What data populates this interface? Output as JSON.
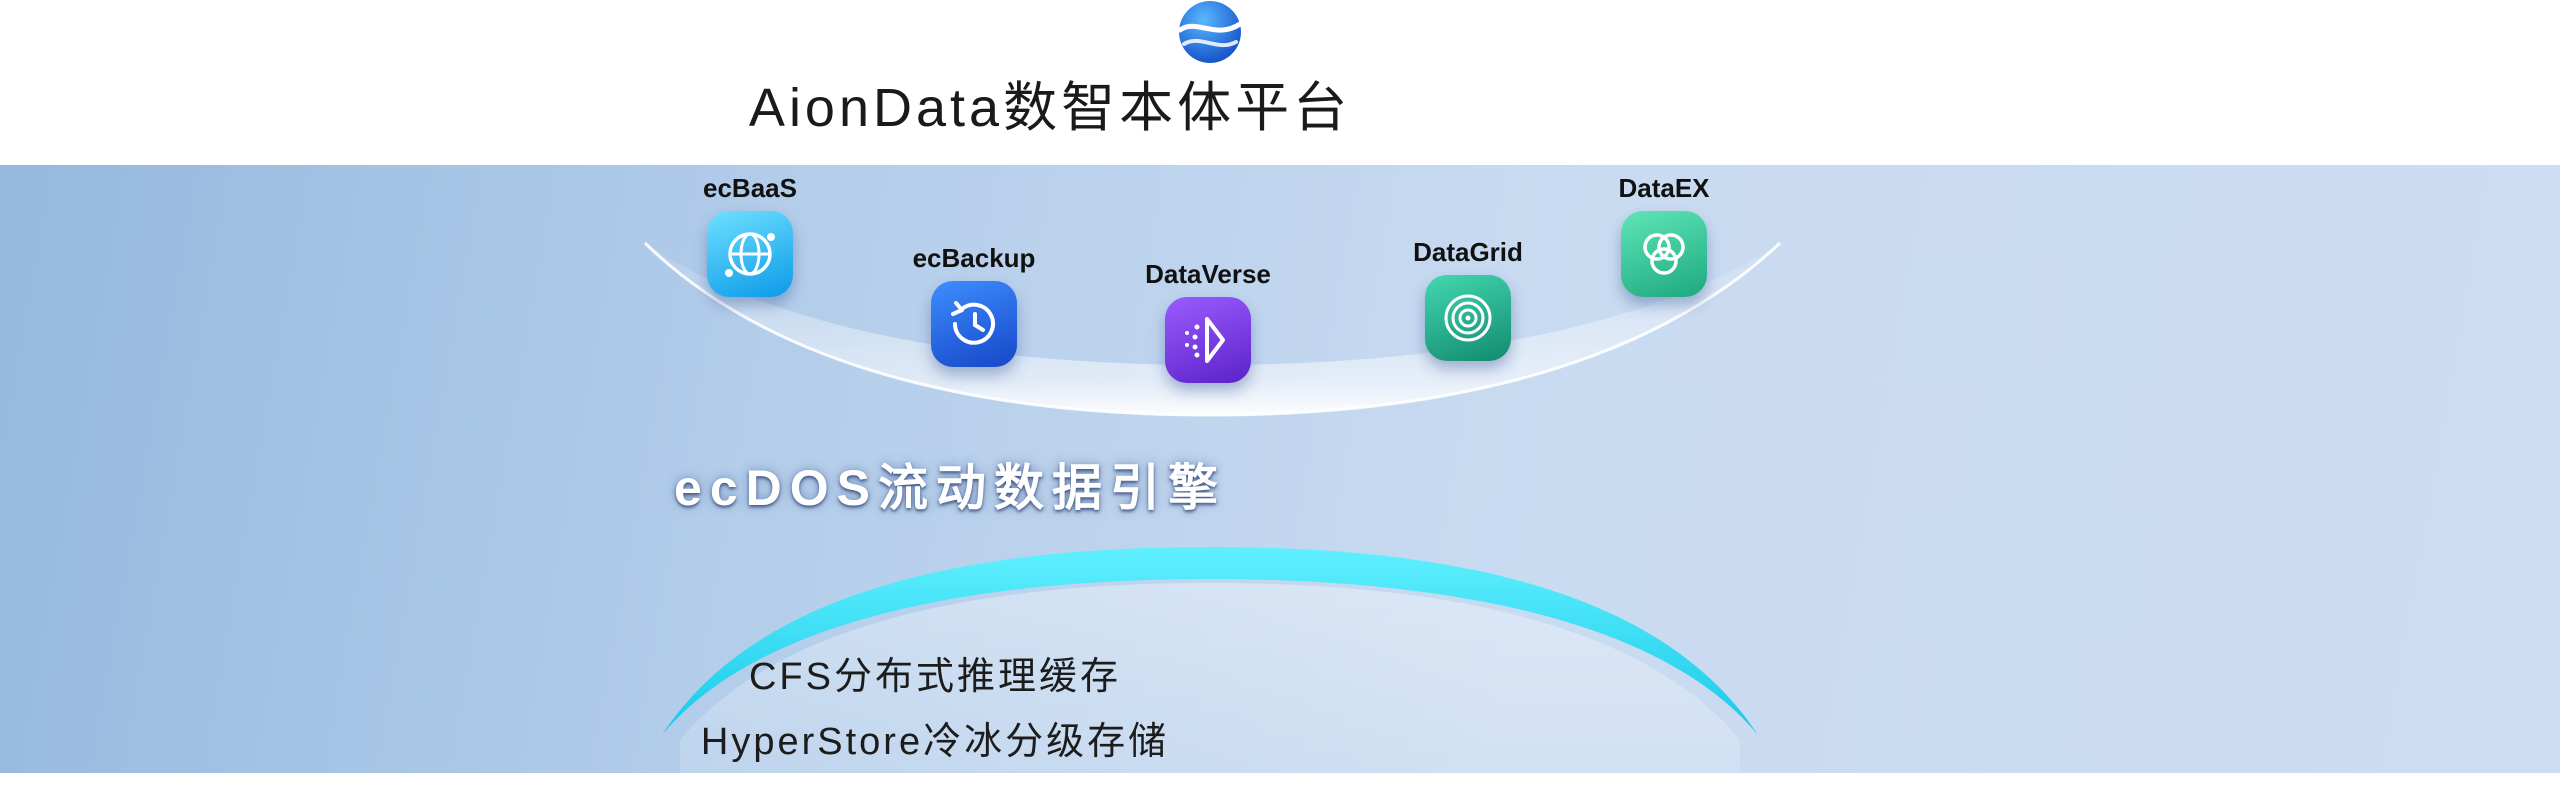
{
  "header": {
    "title": "AionData数智本体平台",
    "logo": "globe-logo-icon"
  },
  "products": [
    {
      "label": "ecBaaS",
      "icon": "globe-network-icon",
      "color": "#1fb6f0"
    },
    {
      "label": "ecBackup",
      "icon": "backup-clock-icon",
      "color": "#2563e0"
    },
    {
      "label": "DataVerse",
      "icon": "dataverse-icon",
      "color": "#7b3fe4"
    },
    {
      "label": "DataGrid",
      "icon": "concentric-rings-icon",
      "color": "#20a98a"
    },
    {
      "label": "DataEX",
      "icon": "exchange-circles-icon",
      "color": "#2fbf94"
    }
  ],
  "engine": {
    "title": "ecDOS流动数据引擎"
  },
  "storage": [
    {
      "label": "CFS分布式推理缓存"
    },
    {
      "label": "HyperStore冷冰分级存储"
    }
  ],
  "colors": {
    "accent_cyan": "#3fe6f5",
    "panel_blue": "#b3cdea"
  }
}
